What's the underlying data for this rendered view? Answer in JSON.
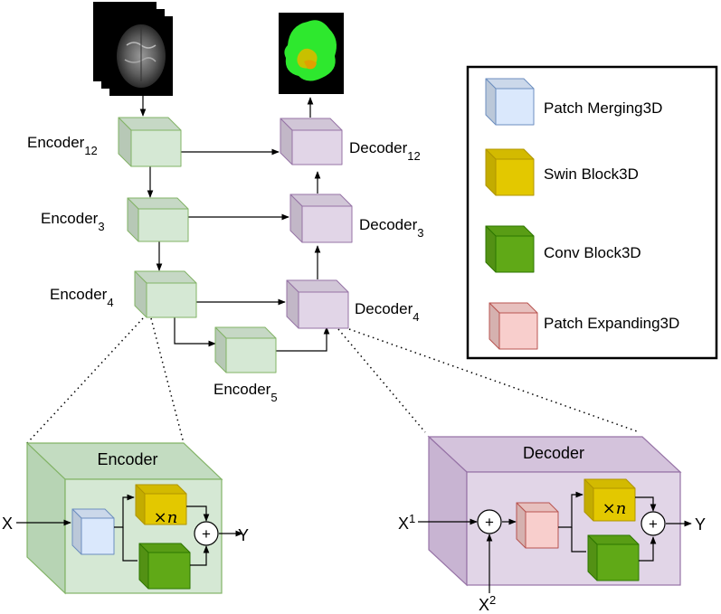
{
  "colors": {
    "encoder_green": "#d5e8d4",
    "encoder_green_stroke": "#82b366",
    "decoder_purple": "#e1d5e7",
    "decoder_purple_stroke": "#9673a6",
    "patch_merging_blue": "#dae8fc",
    "swin_yellow": "#e3c800",
    "conv_green": "#60a917",
    "patch_expanding_red": "#f8cecc"
  },
  "nodes": {
    "encoder12": "Encoder",
    "encoder12_sub": "12",
    "encoder3": "Encoder",
    "encoder3_sub": "3",
    "encoder4": "Encoder",
    "encoder4_sub": "4",
    "encoder5": "Encoder",
    "encoder5_sub": "5",
    "decoder12": "Decoder",
    "decoder12_sub": "12",
    "decoder3": "Decoder",
    "decoder3_sub": "3",
    "decoder4": "Decoder",
    "decoder4_sub": "4"
  },
  "legend": {
    "patch_merging": "Patch Merging3D",
    "swin_block": "Swin Block3D",
    "conv_block": "Conv Block3D",
    "patch_expanding": "Patch Expanding3D"
  },
  "encoder_detail": {
    "title": "Encoder",
    "input": "X",
    "output": "Y",
    "repeat_label": "×n",
    "plus": "+"
  },
  "decoder_detail": {
    "title": "Decoder",
    "input1": "X",
    "input1_sup": "1",
    "input2": "X",
    "input2_sup": "2",
    "output": "Y",
    "repeat_label": "×n",
    "plus": "+"
  }
}
